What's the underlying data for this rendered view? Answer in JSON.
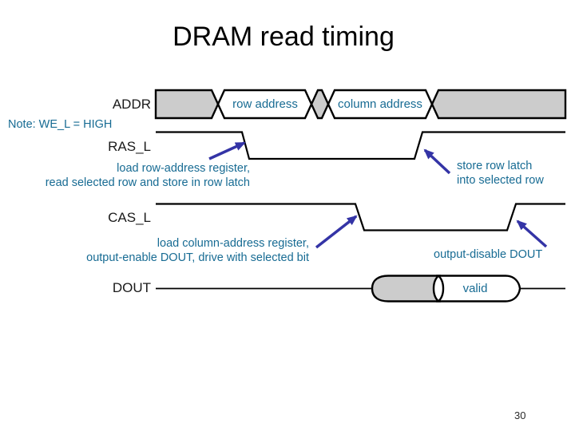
{
  "title": "DRAM read timing",
  "note": "Note: WE_L = HIGH",
  "page_number": "30",
  "signals": {
    "addr": {
      "label": "ADDR",
      "row_segment": "row address",
      "col_segment": "column address"
    },
    "ras": {
      "label": "RAS_L"
    },
    "cas": {
      "label": "CAS_L"
    },
    "dout": {
      "label": "DOUT",
      "valid": "valid"
    }
  },
  "annotations": {
    "ras_fall": {
      "line1": "load row-address register,",
      "line2": "read selected row and store in row latch"
    },
    "ras_rise": {
      "line1": "store row latch",
      "line2": "into selected row"
    },
    "cas_fall": {
      "line1": "load column-address register,",
      "line2": "output-enable DOUT, drive with selected bit"
    },
    "cas_rise": {
      "line1": "output-disable DOUT"
    }
  },
  "colors": {
    "annotation_text": "#176b93",
    "arrow": "#3434a6",
    "bus_fill": "#cccccc",
    "line": "#000000",
    "title_text": "#000000"
  }
}
